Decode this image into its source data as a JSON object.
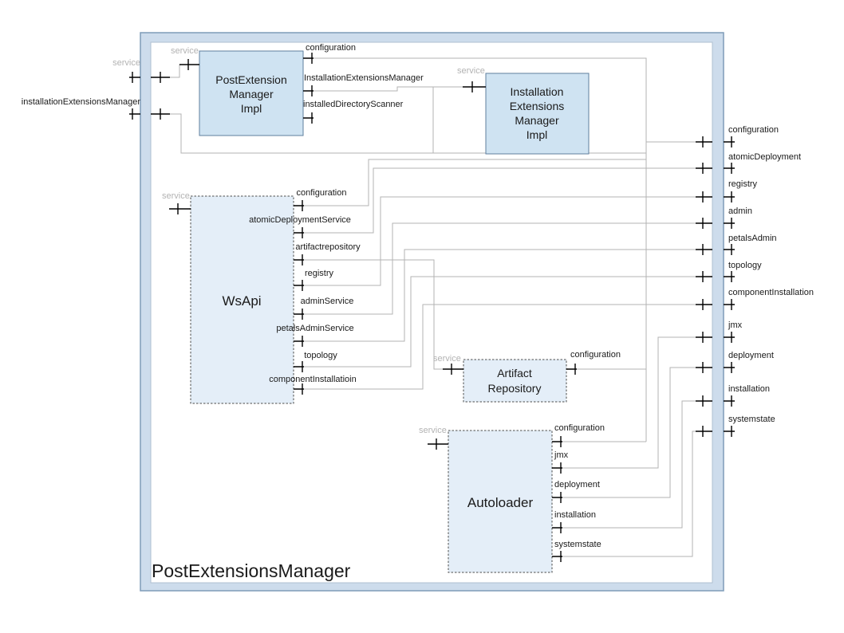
{
  "app": {
    "title": "PostExtensionsManager"
  },
  "colors": {
    "frame_fill": "#cddcec",
    "frame_border": "#7e9cb8",
    "inner_border": "#aebfd0",
    "solid_fill": "#cfe3f2",
    "solid_border": "#5f7f9e",
    "dashed_fill": "#e4eef8",
    "dashed_border": "#4d4d4d",
    "wire": "#b3b3b3",
    "service_label": "#b3b3b3"
  },
  "frame": {
    "left_ports": [
      {
        "label": "service"
      },
      {
        "label": "installationExtensionsManager"
      }
    ],
    "right_ports": [
      {
        "label": "configuration"
      },
      {
        "label": "atomicDeployment"
      },
      {
        "label": "registry"
      },
      {
        "label": "admin"
      },
      {
        "label": "petalsAdmin"
      },
      {
        "label": "topology"
      },
      {
        "label": "componentInstallation"
      },
      {
        "label": "jmx"
      },
      {
        "label": "deployment"
      },
      {
        "label": "installation"
      },
      {
        "label": "systemstate"
      }
    ]
  },
  "components": [
    {
      "name": "PostExtensionManagerImpl",
      "lines": [
        "PostExtension",
        "Manager",
        "Impl"
      ],
      "service_label": "service",
      "ports": [
        "configuration",
        "InstallationExtensionsManager",
        "installedDirectoryScanner"
      ]
    },
    {
      "name": "InstallationExtensionsManagerImpl",
      "lines": [
        "Installation",
        "Extensions",
        "Manager",
        "Impl"
      ],
      "service_label": "service",
      "ports": []
    },
    {
      "name": "WsApi",
      "lines": [
        "WsApi"
      ],
      "service_label": "service",
      "ports": [
        "configuration",
        "atomicDeploymentService",
        "artifactrepository",
        "registry",
        "adminService",
        "petalsAdminService",
        "topology",
        "componentInstallatioin"
      ]
    },
    {
      "name": "ArtifactRepository",
      "lines": [
        "Artifact",
        "Repository"
      ],
      "service_label": "service",
      "ports": [
        "configuration"
      ]
    },
    {
      "name": "Autoloader",
      "lines": [
        "Autoloader"
      ],
      "service_label": "service",
      "ports": [
        "configuration",
        "jmx",
        "deployment",
        "installation",
        "systemstate"
      ]
    }
  ]
}
